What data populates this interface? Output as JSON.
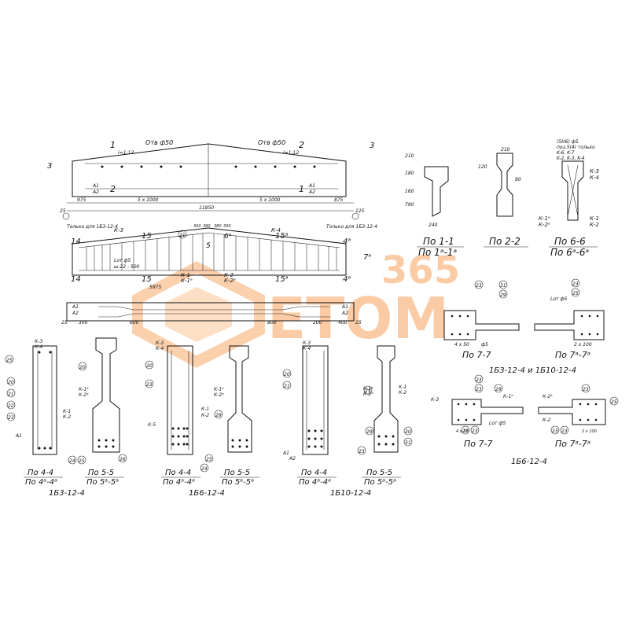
{
  "watermark": {
    "text": "365",
    "brand": "ETOM",
    "color": "#f7a25a"
  },
  "beam": {
    "holes_left": "Отв ф50",
    "holes_right": "Отв ф50",
    "slope_left": "i=1:12",
    "slope_right": "i=1:12",
    "dim_left_end": "975",
    "dim_left_span": "5 x 1000",
    "dim_right_span": "5 x 1000",
    "dim_right_end": "875",
    "overall_length": "11850",
    "dim_mid_half": "5975",
    "dim_small_25": "25",
    "dim_small_125": "125",
    "cut_labels": [
      "1",
      "2",
      "2",
      "1",
      "3",
      "3"
    ],
    "ends": [
      "А1",
      "А2",
      "А1",
      "А2"
    ]
  },
  "reinforcement": {
    "left_note": "Только для 1Б3-12-4",
    "right_note": "Только для 1Б3-12-4",
    "kt_labels": [
      "К-3",
      "К-4",
      "К-1",
      "К-2",
      "К-1ᵃ",
      "К-2ᵃ"
    ],
    "cut_marks": [
      "14",
      "15",
      "15ᵃ",
      "4ᵃ",
      "7ᵃ",
      "14",
      "15",
      "15ᵃ",
      "4ᵃ"
    ],
    "item_markers": [
      "21",
      "5",
      "6ᵃ"
    ],
    "dims_top": [
      "300",
      "380",
      "380",
      "300"
    ],
    "slope_note": "Lот ф5",
    "step_note": "ш.22 - 500"
  },
  "plan": {
    "dims": [
      "25",
      "300",
      "600",
      "800",
      "200",
      "400",
      "25"
    ],
    "labels": [
      "А1",
      "А2",
      "А1",
      "А2"
    ]
  },
  "sections_right": {
    "s11": {
      "title": "По 1-1",
      "subtitle": "По 1ᵃ-1ᵃ",
      "dims": [
        "210",
        "180",
        "160",
        "790",
        "240"
      ]
    },
    "s22": {
      "title": "По 2-2",
      "dims": [
        "210",
        "80",
        "120"
      ]
    },
    "s66": {
      "title": "По 6-6",
      "subtitle": "По 6ᵃ-6ᵃ",
      "notes": [
        "(5Н6) ф5",
        "поз.5(4) только",
        "K-6, K-7",
        "K-2, K-3, K-4"
      ],
      "labels": [
        "К-3",
        "К-4",
        "К-1ᵃ",
        "К-2ᵃ",
        "К-1",
        "К-2"
      ]
    }
  },
  "section_77_top": {
    "left_title": "По 7-7",
    "right_title": "По 7ᵃ-7ᵃ",
    "group_title": "1Б3-12-4 и 1Б10-12-4",
    "markers": [
      "23",
      "31",
      "29",
      "23",
      "25"
    ],
    "notes": [
      "Lот ф5",
      "ф5",
      "2 х 100",
      "4 х 50"
    ]
  },
  "section_77_bottom": {
    "left_title": "По 7-7",
    "right_title": "По 7ᵃ-7ᵃ",
    "group_title": "1Б6-12-4",
    "markers": [
      "23",
      "23",
      "29",
      "23",
      "23",
      "23",
      "23",
      "23",
      "25"
    ],
    "notes": [
      "К-3",
      "К-1ᵃ",
      "К-2ᵃ",
      "К-2",
      "Lот ф5",
      "4 х 50",
      "2 х 100"
    ]
  },
  "sections_bottom": [
    {
      "group": "1Б3-12-4",
      "titles": [
        "По 4-4",
        "По 4ᵃ-4ᵃ",
        "По 5-5",
        "По 5ᵃ-5ᵃ"
      ],
      "labels": [
        "К-3",
        "К-4",
        "К-1",
        "К-2",
        "К-1ᵃ",
        "К-2ᵃ",
        "А1"
      ],
      "markers": [
        "25",
        "20",
        "21",
        "22",
        "23",
        "24",
        "25",
        "26",
        "20"
      ]
    },
    {
      "group": "1Б6-12-4",
      "titles": [
        "По 4-4",
        "По 4ᵃ-4ᵃ",
        "По 5-5",
        "По 5ᵃ-5ᵃ"
      ],
      "labels": [
        "К-3",
        "К-4",
        "К-5",
        "К-1",
        "К-2",
        "К-1ᵃ",
        "К-2ᵃ"
      ],
      "markers": [
        "20",
        "23",
        "24",
        "25",
        "29"
      ]
    },
    {
      "group": "1Б10-12-4",
      "titles": [
        "По 4-4",
        "По 4ᵃ-4ᵃ",
        "По 5-5",
        "По 5ᵃ-5ᵃ"
      ],
      "labels": [
        "К-3",
        "К-4",
        "К-1",
        "К-2",
        "К-1ᵃ",
        "К-2ᵃ",
        "А1",
        "А2"
      ],
      "markers": [
        "20",
        "21",
        "23",
        "25",
        "29",
        "30",
        "31"
      ]
    }
  ]
}
